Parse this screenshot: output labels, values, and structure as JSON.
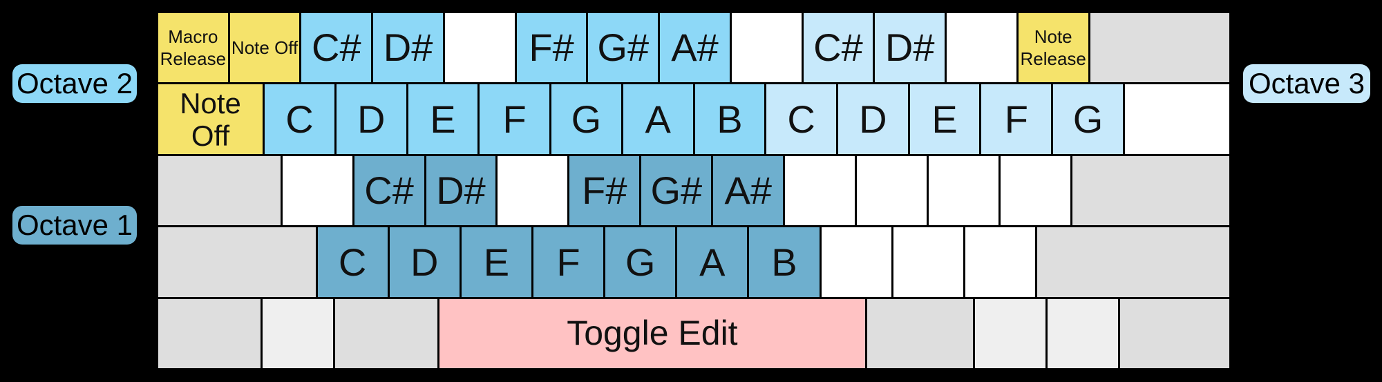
{
  "page": {
    "background": "#000000"
  },
  "colors": {
    "octave1_key": "#6EAFCE",
    "octave2_key": "#8DD8F7",
    "octave3_key": "#C7E9FB",
    "macro_key": "#F5E36B",
    "edit_key": "#FFC2C3",
    "inactive_key": "#DEDEDE",
    "inactive_key_light": "#EFEFEF",
    "unmapped_key": "#FFFFFF"
  },
  "labels": {
    "octave2": {
      "text": "Octave 2",
      "color": "#8DD8F7"
    },
    "octave1": {
      "text": "Octave 1",
      "color": "#6EAFCE"
    },
    "octave3": {
      "text": "Octave 3",
      "color": "#C7E9FB"
    }
  },
  "keyboard": {
    "rows": [
      {
        "keys": [
          {
            "label": "Macro Release",
            "color": "macro",
            "w": 1,
            "size": "s"
          },
          {
            "label": "Note Off",
            "color": "macro",
            "w": 1,
            "size": "s"
          },
          {
            "label": "C#",
            "color": "octave2",
            "w": 1,
            "size": "note"
          },
          {
            "label": "D#",
            "color": "octave2",
            "w": 1,
            "size": "note"
          },
          {
            "label": "",
            "color": "unmapped",
            "w": 1
          },
          {
            "label": "F#",
            "color": "octave2",
            "w": 1,
            "size": "note"
          },
          {
            "label": "G#",
            "color": "octave2",
            "w": 1,
            "size": "note"
          },
          {
            "label": "A#",
            "color": "octave2",
            "w": 1,
            "size": "note"
          },
          {
            "label": "",
            "color": "unmapped",
            "w": 1
          },
          {
            "label": "C#",
            "color": "octave3",
            "w": 1,
            "size": "note"
          },
          {
            "label": "D#",
            "color": "octave3",
            "w": 1,
            "size": "note"
          },
          {
            "label": "",
            "color": "unmapped",
            "w": 1
          },
          {
            "label": "Note Release",
            "color": "macro",
            "w": 1,
            "size": "s"
          },
          {
            "label": "",
            "color": "inactive",
            "w": 2
          }
        ]
      },
      {
        "keys": [
          {
            "label": "Note Off",
            "color": "macro",
            "w": 1.5,
            "size": "m"
          },
          {
            "label": "C",
            "color": "octave2",
            "w": 1,
            "size": "note"
          },
          {
            "label": "D",
            "color": "octave2",
            "w": 1,
            "size": "note"
          },
          {
            "label": "E",
            "color": "octave2",
            "w": 1,
            "size": "note"
          },
          {
            "label": "F",
            "color": "octave2",
            "w": 1,
            "size": "note"
          },
          {
            "label": "G",
            "color": "octave2",
            "w": 1,
            "size": "note"
          },
          {
            "label": "A",
            "color": "octave2",
            "w": 1,
            "size": "note"
          },
          {
            "label": "B",
            "color": "octave2",
            "w": 1,
            "size": "note"
          },
          {
            "label": "C",
            "color": "octave3",
            "w": 1,
            "size": "note"
          },
          {
            "label": "D",
            "color": "octave3",
            "w": 1,
            "size": "note"
          },
          {
            "label": "E",
            "color": "octave3",
            "w": 1,
            "size": "note"
          },
          {
            "label": "F",
            "color": "octave3",
            "w": 1,
            "size": "note"
          },
          {
            "label": "G",
            "color": "octave3",
            "w": 1,
            "size": "note"
          },
          {
            "label": "",
            "color": "unmapped",
            "w": 1.5
          }
        ]
      },
      {
        "keys": [
          {
            "label": "",
            "color": "inactive",
            "w": 1.75
          },
          {
            "label": "",
            "color": "unmapped",
            "w": 1
          },
          {
            "label": "C#",
            "color": "octave1",
            "w": 1,
            "size": "note"
          },
          {
            "label": "D#",
            "color": "octave1",
            "w": 1,
            "size": "note"
          },
          {
            "label": "",
            "color": "unmapped",
            "w": 1
          },
          {
            "label": "F#",
            "color": "octave1",
            "w": 1,
            "size": "note"
          },
          {
            "label": "G#",
            "color": "octave1",
            "w": 1,
            "size": "note"
          },
          {
            "label": "A#",
            "color": "octave1",
            "w": 1,
            "size": "note"
          },
          {
            "label": "",
            "color": "unmapped",
            "w": 1
          },
          {
            "label": "",
            "color": "unmapped",
            "w": 1
          },
          {
            "label": "",
            "color": "unmapped",
            "w": 1
          },
          {
            "label": "",
            "color": "unmapped",
            "w": 1
          },
          {
            "label": "",
            "color": "inactive",
            "w": 2.25
          }
        ]
      },
      {
        "keys": [
          {
            "label": "",
            "color": "inactive",
            "w": 2.25
          },
          {
            "label": "C",
            "color": "octave1",
            "w": 1,
            "size": "note"
          },
          {
            "label": "D",
            "color": "octave1",
            "w": 1,
            "size": "note"
          },
          {
            "label": "E",
            "color": "octave1",
            "w": 1,
            "size": "note"
          },
          {
            "label": "F",
            "color": "octave1",
            "w": 1,
            "size": "note"
          },
          {
            "label": "G",
            "color": "octave1",
            "w": 1,
            "size": "note"
          },
          {
            "label": "A",
            "color": "octave1",
            "w": 1,
            "size": "note"
          },
          {
            "label": "B",
            "color": "octave1",
            "w": 1,
            "size": "note"
          },
          {
            "label": "",
            "color": "unmapped",
            "w": 1
          },
          {
            "label": "",
            "color": "unmapped",
            "w": 1
          },
          {
            "label": "",
            "color": "unmapped",
            "w": 1
          },
          {
            "label": "",
            "color": "inactive",
            "w": 2.75
          }
        ]
      },
      {
        "keys": [
          {
            "label": "",
            "color": "inactive",
            "w": 1.45
          },
          {
            "label": "",
            "color": "inactive-light",
            "w": 1
          },
          {
            "label": "",
            "color": "inactive",
            "w": 1.45
          },
          {
            "label": "Toggle Edit",
            "color": "edit",
            "w": 6.05,
            "size": "space"
          },
          {
            "label": "",
            "color": "inactive",
            "w": 1.5
          },
          {
            "label": "",
            "color": "inactive-light",
            "w": 1
          },
          {
            "label": "",
            "color": "inactive-light",
            "w": 1
          },
          {
            "label": "",
            "color": "inactive",
            "w": 1.55
          }
        ]
      }
    ]
  }
}
